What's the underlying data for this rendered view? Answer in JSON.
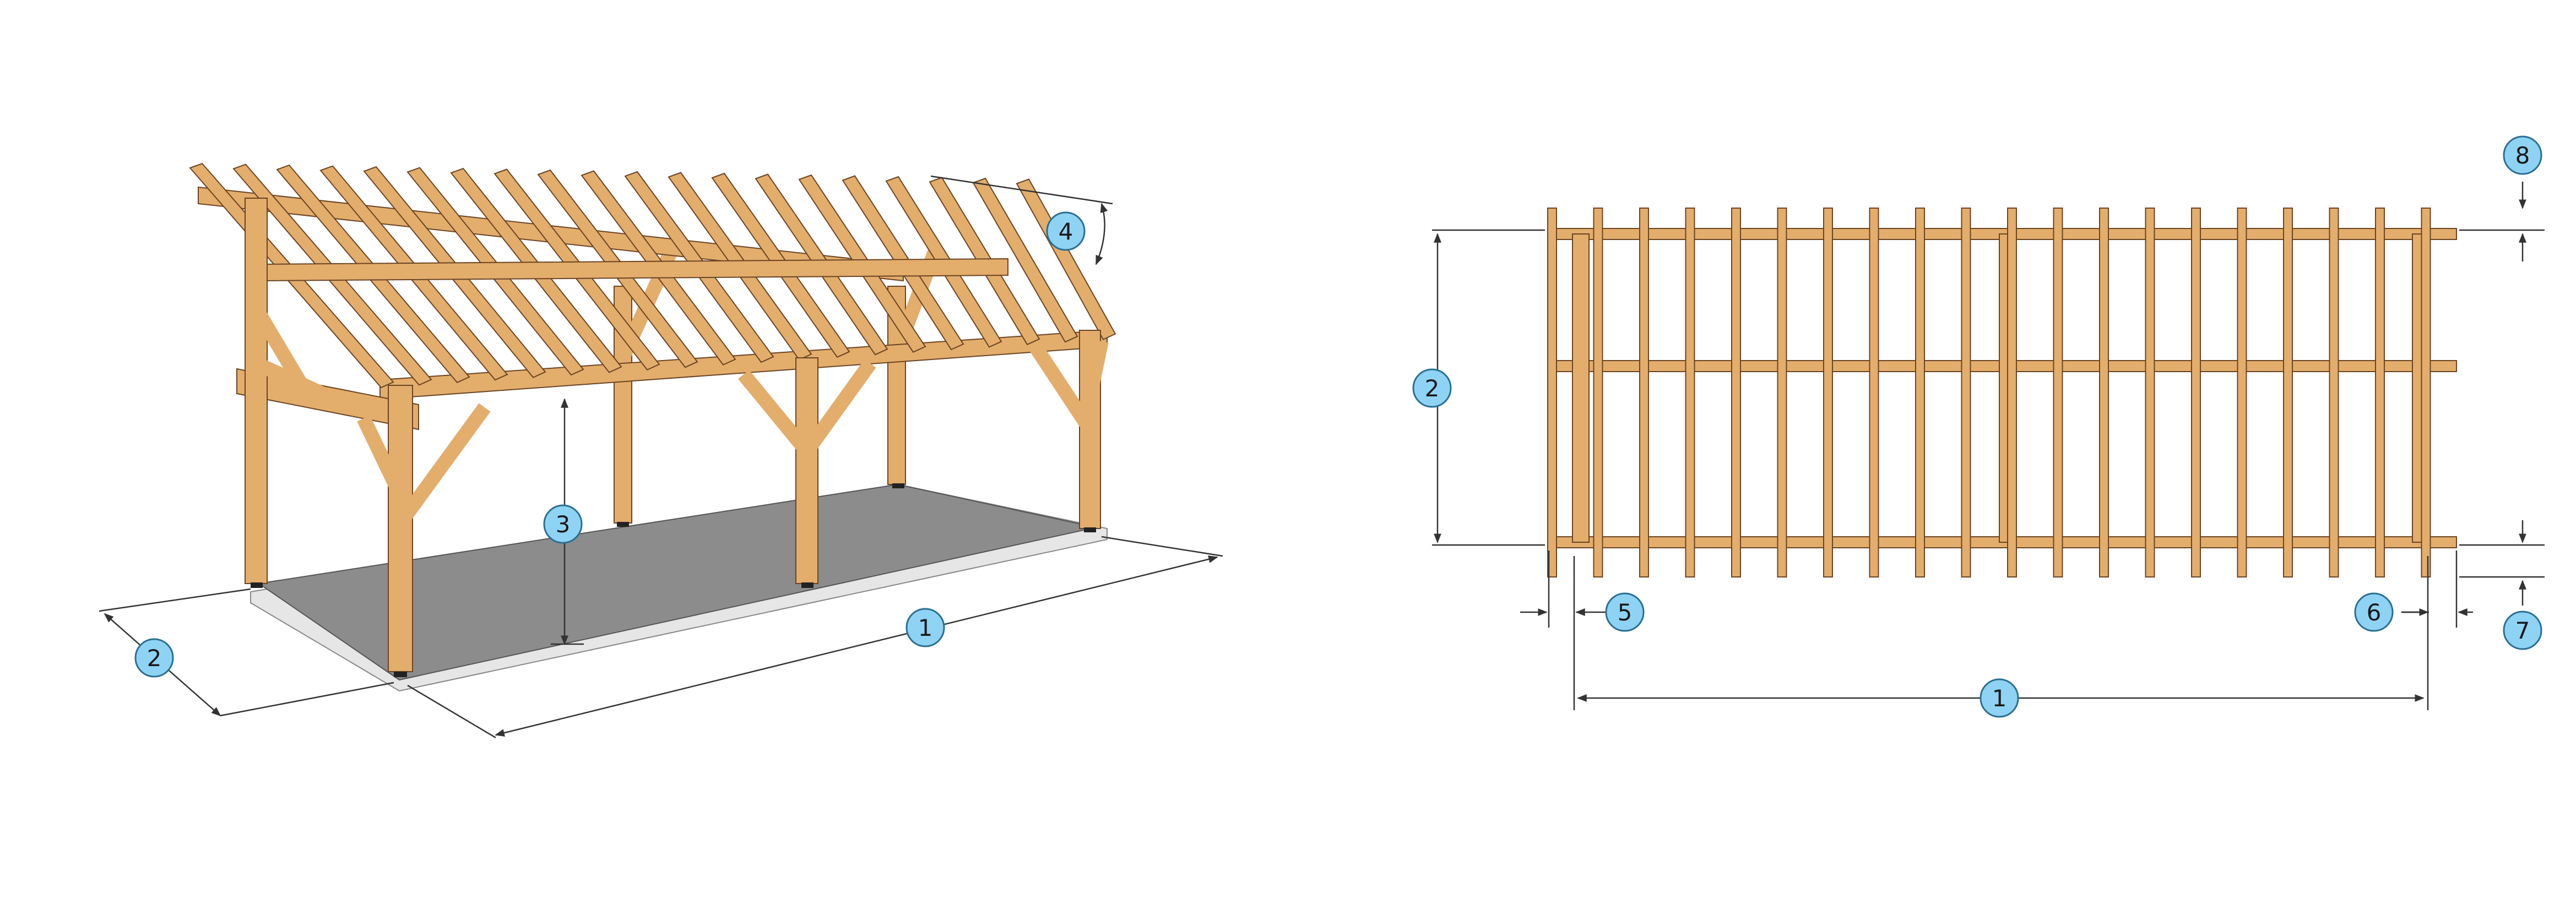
{
  "colors": {
    "wood_fill": "#e3ad6c",
    "wood_shade": "#c98c47",
    "wood_stroke": "#6b4423",
    "slab_top": "#8c8c8c",
    "slab_edge": "#e6e6e6",
    "dim_line": "#333333",
    "callout_fill": "#8fd3f4",
    "callout_stroke": "#2a6f93"
  },
  "views": {
    "perspective": {
      "callouts": [
        "1",
        "2",
        "3",
        "4"
      ]
    },
    "plan": {
      "callouts": [
        "1",
        "2",
        "5",
        "6",
        "7",
        "8"
      ]
    }
  }
}
